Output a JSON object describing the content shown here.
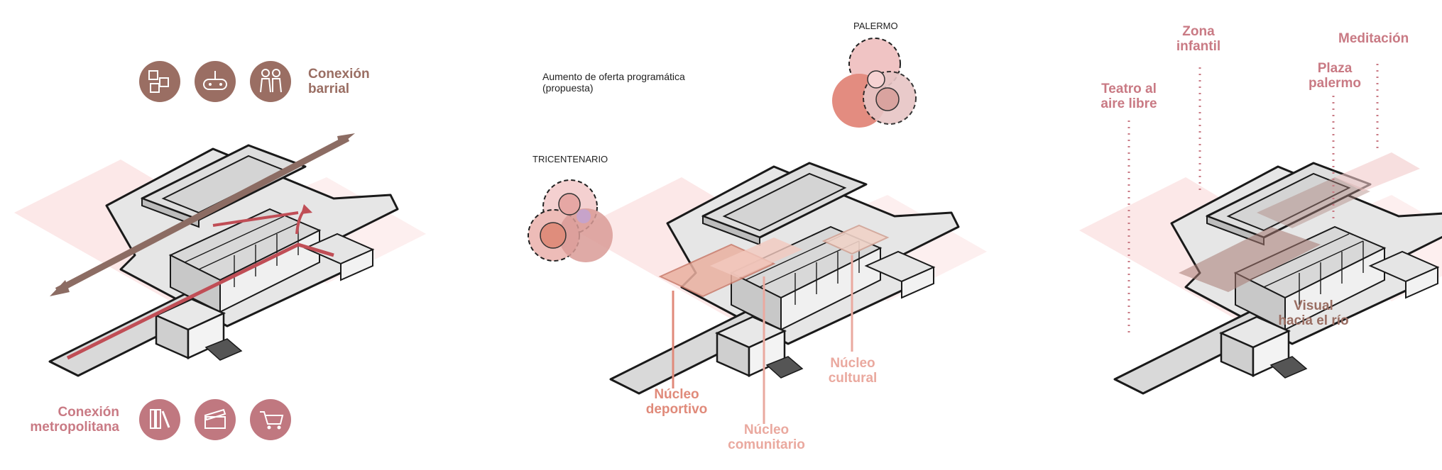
{
  "panel1": {
    "conexion_barrial": "Conexión\nbarrial",
    "conexion_metropolitana": "Conexión\nmetropolitana",
    "icons_top": [
      "abc-blocks-icon",
      "gamepad-icon",
      "family-icon"
    ],
    "icons_bottom": [
      "books-icon",
      "clapperboard-icon",
      "shopping-cart-icon"
    ]
  },
  "panel2": {
    "subtitle": "Aumento de oferta programática\n(propuesta)",
    "palermo": "PALERMO",
    "tricentenario": "TRICENTENARIO",
    "nucleo_deportivo": "Núcleo\ndeportivo",
    "nucleo_comunitario": "Núcleo\ncomunitario",
    "nucleo_cultural": "Núcleo\ncultural"
  },
  "panel3": {
    "zona_infantil": "Zona\ninfantil",
    "meditacion": "Meditación",
    "teatro": "Teatro al\naire libre",
    "plaza": "Plaza\npalermo",
    "visual": "Visual\nhacia el río"
  },
  "colors": {
    "brown": "#9a6e63",
    "rose": "#c97a84",
    "salmon": "#e08a7a",
    "pink_wash": "#f7dcdc"
  }
}
